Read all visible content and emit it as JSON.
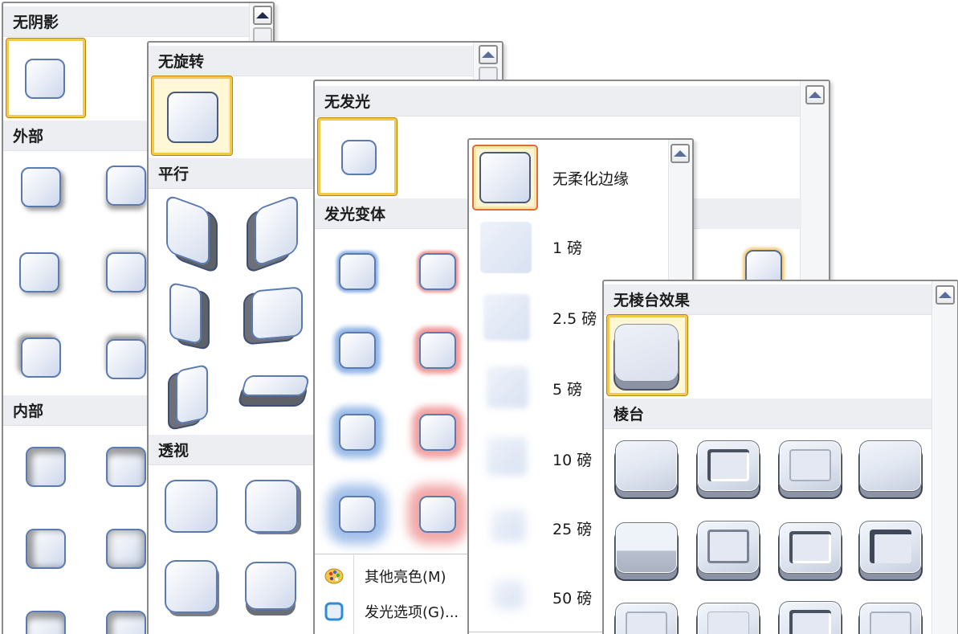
{
  "shadow_panel": {
    "sections": [
      {
        "header": "无阴影"
      },
      {
        "header": "外部"
      },
      {
        "header": "内部"
      }
    ]
  },
  "rotation_panel": {
    "sections": [
      {
        "header": "无旋转"
      },
      {
        "header": "平行"
      },
      {
        "header": "透视"
      }
    ]
  },
  "glow_panel": {
    "sections": [
      {
        "header": "无发光"
      },
      {
        "header": "发光变体"
      }
    ],
    "menu": [
      {
        "label": "其他亮色(M)",
        "icon": "palette-icon"
      },
      {
        "label": "发光选项(G)...",
        "icon": "glow-options-icon"
      }
    ],
    "colors": {
      "blue_glow": "#6496dc",
      "red_glow": "#eb7878"
    }
  },
  "soft_edges_panel": {
    "items": [
      {
        "label": "无柔化边缘"
      },
      {
        "label": "1 磅"
      },
      {
        "label": "2.5 磅"
      },
      {
        "label": "5 磅"
      },
      {
        "label": "10 磅"
      },
      {
        "label": "25 磅"
      },
      {
        "label": "50 磅"
      }
    ]
  },
  "bevel_panel": {
    "sections": [
      {
        "header": "无棱台效果"
      },
      {
        "header": "棱台"
      }
    ]
  },
  "colors": {
    "selection_gold": "#f2c94a",
    "selection_orange": "#e06a3a",
    "header_bg": "#eceef2",
    "thumb_border": "#5b7ab0"
  }
}
